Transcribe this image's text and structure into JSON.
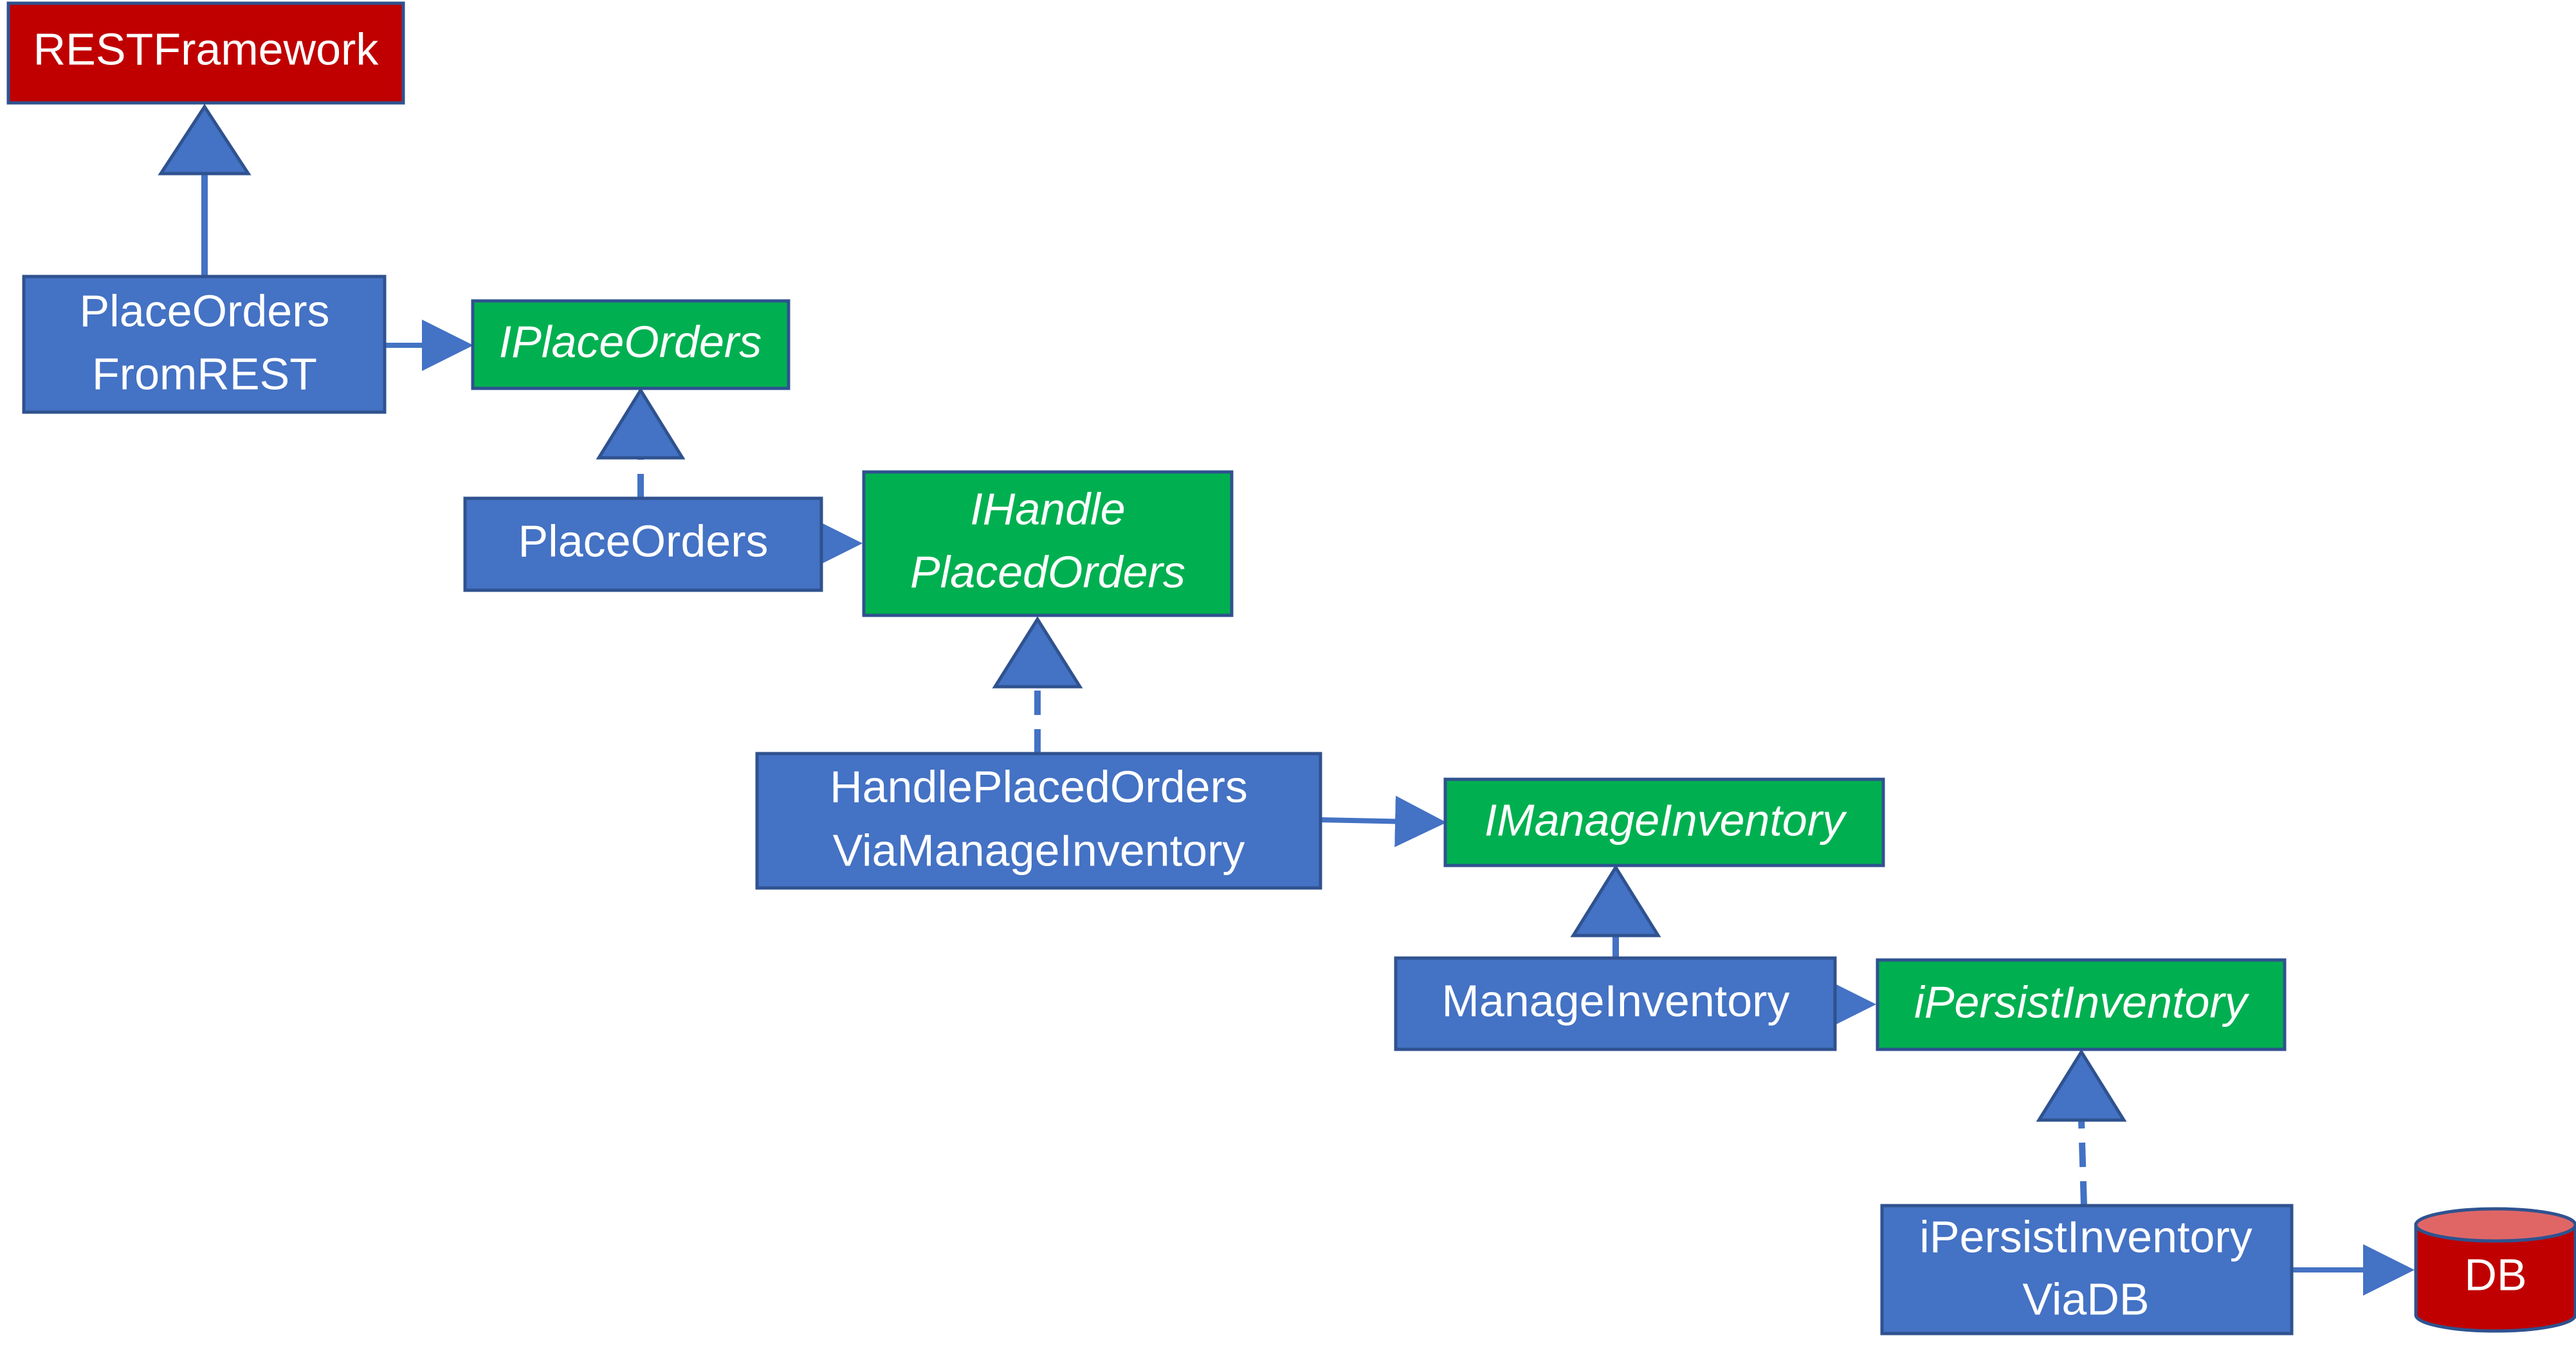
{
  "colors": {
    "class_fill": "#4472C4",
    "class_stroke": "#2F528F",
    "interface_fill": "#00B050",
    "interface_stroke": "#2F528F",
    "external_fill": "#C00000",
    "external_stroke": "#2F528F",
    "db_top": "#E06666",
    "arrow": "#4472C4",
    "text": "#FFFFFF"
  },
  "nodes": {
    "rest_framework": {
      "label": "RESTFramework"
    },
    "place_orders_from_rest": {
      "line1": "PlaceOrders",
      "line2": "FromREST"
    },
    "i_place_orders": {
      "label": "IPlaceOrders"
    },
    "place_orders": {
      "label": "PlaceOrders"
    },
    "i_handle_placed_orders": {
      "line1": "IHandle",
      "line2": "PlacedOrders"
    },
    "handle_placed_orders_via_manage_inventory": {
      "line1": "HandlePlacedOrders",
      "line2": "ViaManageInventory"
    },
    "i_manage_inventory": {
      "label": "IManageInventory"
    },
    "manage_inventory": {
      "label": "ManageInventory"
    },
    "i_persist_inventory": {
      "label": "iPersistInventory"
    },
    "i_persist_inventory_via_db": {
      "line1": "iPersistInventory",
      "line2": "ViaDB"
    },
    "db": {
      "label": "DB",
      "icon": "database-cylinder-icon"
    }
  }
}
